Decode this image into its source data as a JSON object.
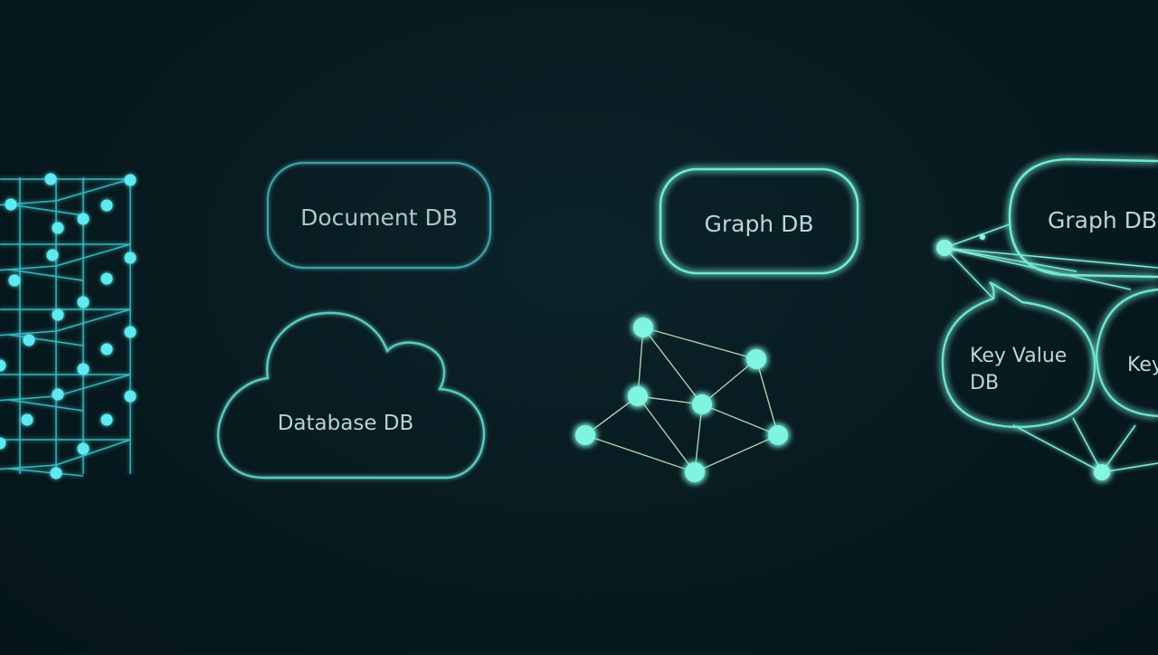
{
  "colors": {
    "background": "#06181d",
    "stroke": "#6fe3cf",
    "stroke_dim": "#4fb8b0",
    "node": "#7ff5e1",
    "node_cyan": "#5fe9f0",
    "text": "#b9d7d4"
  },
  "labels": {
    "document_db": "Document DB",
    "graph_db_1": "Graph DB",
    "graph_db_2": "Graph DB",
    "database_db": "Database DB",
    "key_value_db_line1": "Key Value",
    "key_value_db_line2": "DB",
    "key_fragment": "Key"
  },
  "icons": {
    "cube_lattice": "cube-lattice-icon",
    "cloud": "cloud-icon",
    "graph_network": "graph-network-icon"
  }
}
